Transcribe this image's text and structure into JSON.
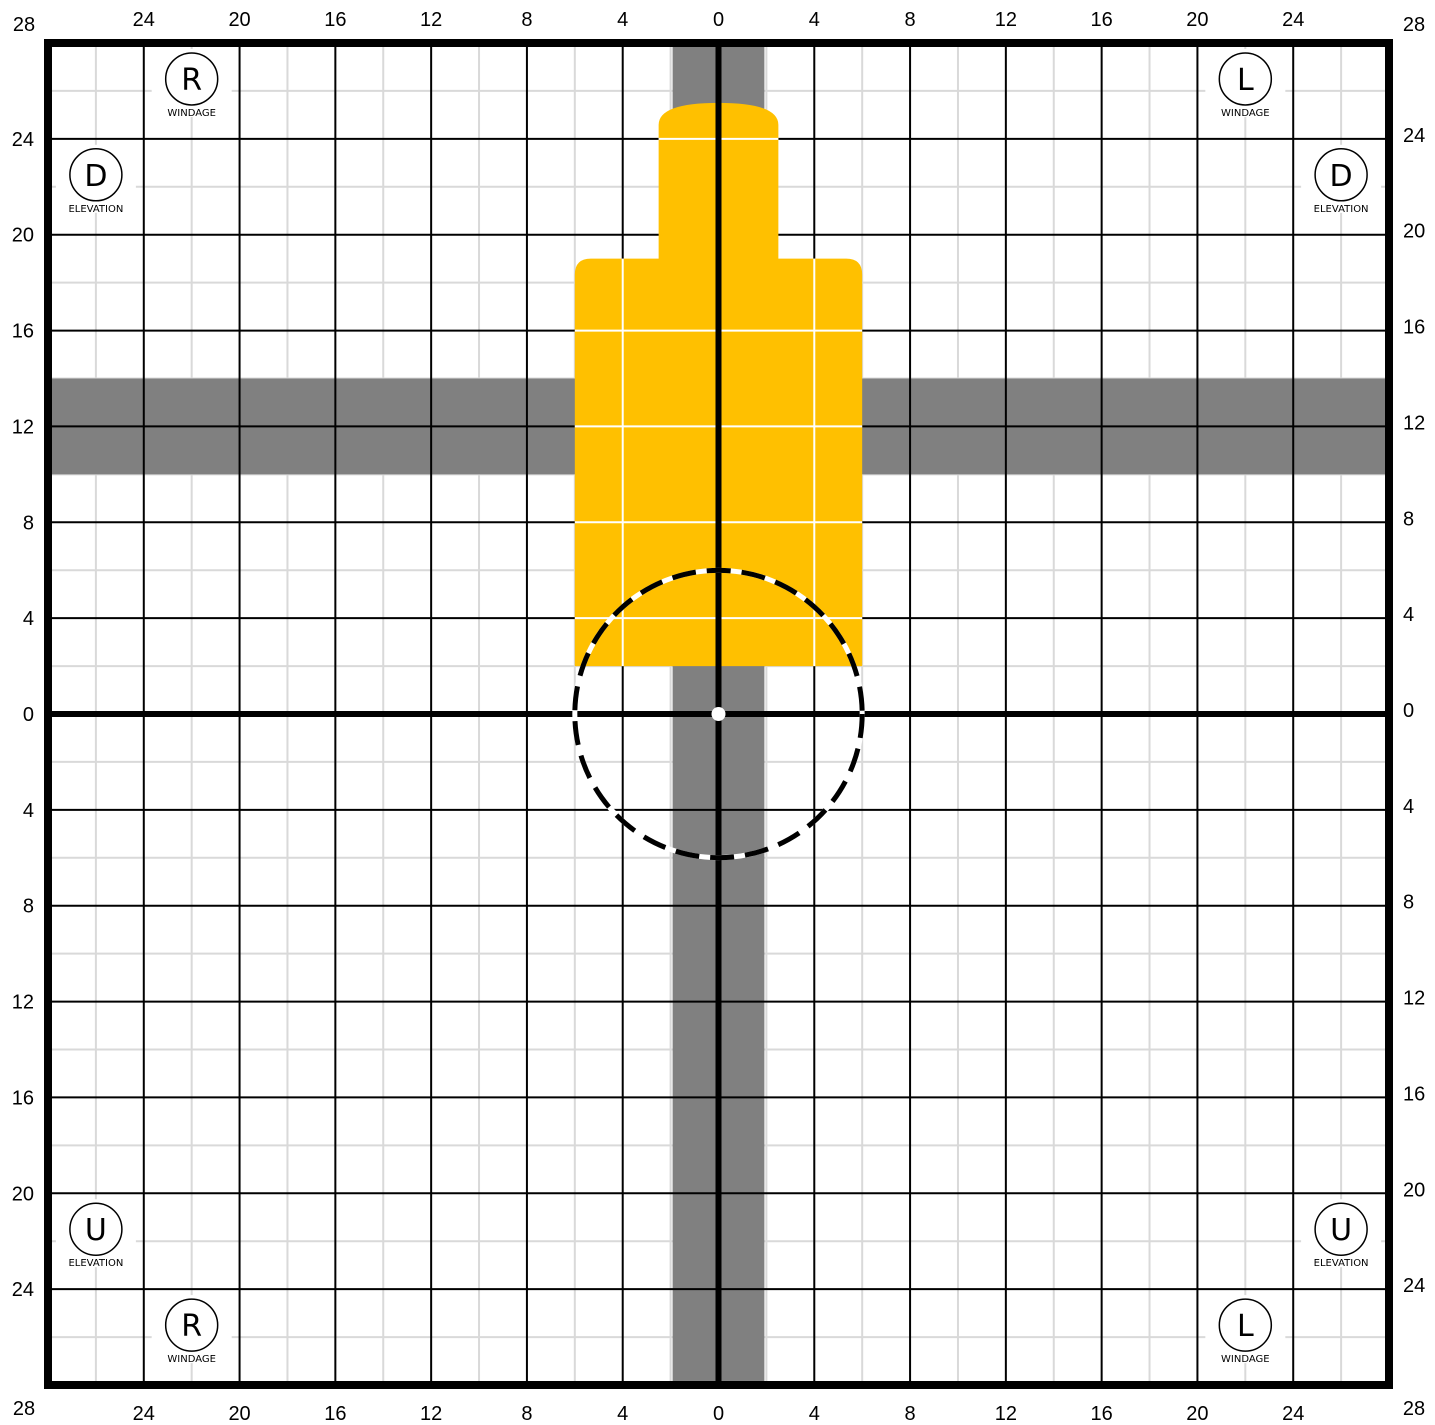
{
  "target": {
    "axis_range": [
      -28,
      28
    ],
    "major_step": 4,
    "minor_step": 2,
    "tick_labels": {
      "top": [
        "28",
        "24",
        "20",
        "16",
        "12",
        "8",
        "4",
        "0",
        "4",
        "8",
        "12",
        "16",
        "20",
        "24",
        "28"
      ],
      "bottom": [
        "28",
        "24",
        "20",
        "16",
        "12",
        "8",
        "4",
        "0",
        "4",
        "8",
        "12",
        "16",
        "20",
        "24",
        "28"
      ],
      "left": [
        "28",
        "24",
        "20",
        "16",
        "12",
        "8",
        "4",
        "0",
        "4",
        "8",
        "12",
        "16",
        "20",
        "24",
        "28"
      ],
      "right": [
        "28",
        "24",
        "20",
        "16",
        "12",
        "8",
        "4",
        "0",
        "4",
        "8",
        "12",
        "16",
        "20",
        "24",
        "28"
      ]
    },
    "markers": [
      {
        "letter": "R",
        "caption": "WINDAGE",
        "x": -22,
        "y": 26.5
      },
      {
        "letter": "L",
        "caption": "WINDAGE",
        "x": 22,
        "y": 26.5
      },
      {
        "letter": "D",
        "caption": "ELEVATION",
        "x": -26,
        "y": 22.5
      },
      {
        "letter": "D",
        "caption": "ELEVATION",
        "x": 26,
        "y": 22.5
      },
      {
        "letter": "U",
        "caption": "ELEVATION",
        "x": -26,
        "y": -21.5
      },
      {
        "letter": "U",
        "caption": "ELEVATION",
        "x": 26,
        "y": -21.5
      },
      {
        "letter": "R",
        "caption": "WINDAGE",
        "x": -22,
        "y": -25.5
      },
      {
        "letter": "L",
        "caption": "WINDAGE",
        "x": 22,
        "y": -25.5
      }
    ],
    "aim_circle_radius": 6,
    "colors": {
      "silhouette": "#FFC000",
      "band": "#808080",
      "minor_grid": "#D9D9D9",
      "major_grid": "#000000",
      "background": "#FFFFFF"
    }
  }
}
